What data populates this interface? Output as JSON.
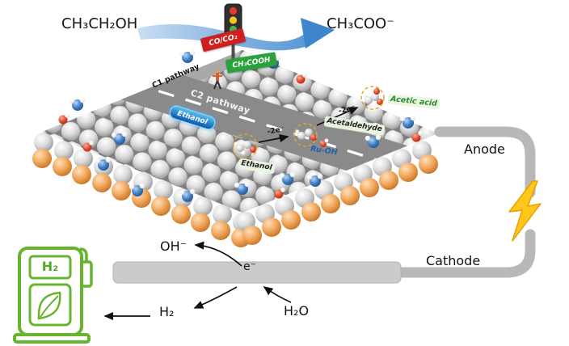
{
  "reaction_header": {
    "reactant": "CH₃CH₂OH",
    "product": "CH₃COO⁻"
  },
  "traffic": {
    "blocked_sign": "CO/CO₂",
    "allowed_sign": "CH₃COOH",
    "light_colors": [
      "#e23b2e",
      "#f6c51e",
      "#43b649"
    ]
  },
  "catalyst_surface": {
    "c1_pathway": "C1 pathway",
    "c2_pathway": "C2 pathway",
    "ethanol_capsule": "Ethanol",
    "steps": {
      "ethanol": "Ethanol",
      "step1_electrons": "-2e⁻",
      "active_site": "Ru-OH",
      "acetaldehyde": "Acetaldehyde",
      "step2_electrons": "-2e⁻",
      "acetic_acid": "Acetic acid"
    }
  },
  "cell": {
    "anode": "Anode",
    "cathode": "Cathode"
  },
  "cathode_reaction": {
    "hydroxide": "OH⁻",
    "electron": "e⁻",
    "hydrogen": "H₂",
    "water": "H₂O"
  },
  "fuel_station": {
    "h2_label": "H₂"
  },
  "colors": {
    "arrow_blue": "#3e86cc",
    "sign_red": "#d01f1f",
    "sign_green": "#2aa23c",
    "lightning_yellow": "#fec81a",
    "copper_orange": "#e08a3c",
    "pump_green": "#67b42f"
  }
}
